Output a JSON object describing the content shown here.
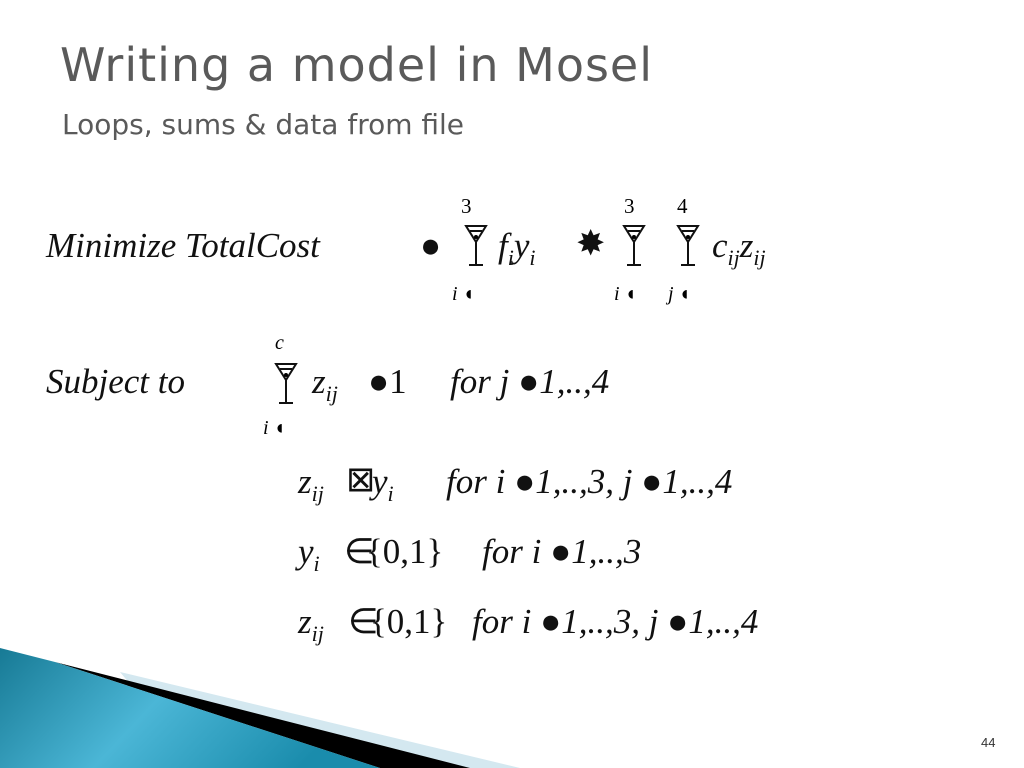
{
  "title": "Writing a model in Mosel",
  "subtitle": "Loops, sums & data from file",
  "objective": {
    "label": "Minimize TotalCost",
    "eq": "●",
    "sum1_upper": "3",
    "sum1_lower": "i ◖",
    "term1_f": "f",
    "term1_y": "y",
    "sub_i": "i",
    "plus": "✸",
    "sum2_upper": "3",
    "sum2_lower": "i ◖",
    "sum3_upper": "4",
    "sum3_lower": "j ◖",
    "term2_c": "c",
    "term2_z": "z",
    "sub_ij": "ij"
  },
  "constraint1": {
    "label": "Subject to",
    "sum_upper": "c",
    "sum_lower": "i ◖",
    "z": "z",
    "sub": "ij",
    "rhs": "●1",
    "cond": "for  j ●1,..,4"
  },
  "constraint2": {
    "z": "z",
    "sub": "ij",
    "op": "⊠",
    "y": "y",
    "ysub": "i",
    "cond": "for  i ●1,..,3,  j ●1,..,4"
  },
  "constraint3": {
    "y": "y",
    "sub": "i",
    "op": "∈",
    "set": "{0,1}",
    "cond": "for  i ●1,..,3"
  },
  "constraint4": {
    "z": "z",
    "sub": "ij",
    "op": "∈",
    "set": "{0,1}",
    "cond": "for  i ●1,..,3,  j ●1,..,4"
  },
  "page_number": "44",
  "colors": {
    "title": "#5a5a5a",
    "accent": "#1f8fb0"
  }
}
